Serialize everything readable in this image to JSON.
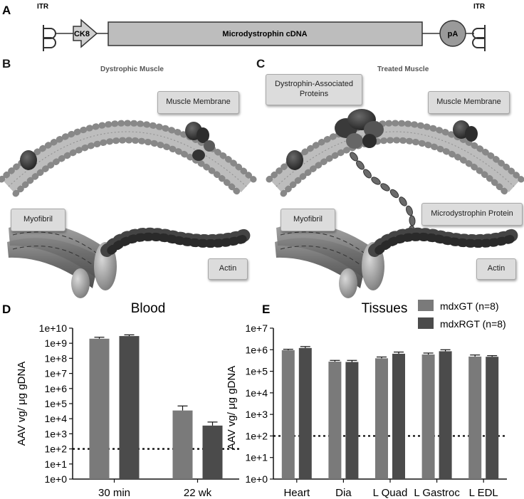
{
  "panel_a": {
    "letter": "A",
    "itr_left": "ITR",
    "itr_right": "ITR",
    "promoter": "CK8",
    "cdna": "Microdystrophin cDNA",
    "polya": "pA"
  },
  "panel_b": {
    "letter": "B",
    "title": "Dystrophic Muscle",
    "callout_membrane": "Muscle Membrane",
    "callout_myofibril": "Myofibril",
    "callout_actin": "Actin"
  },
  "panel_c": {
    "letter": "C",
    "title": "Treated Muscle",
    "callout_dap": "Dystrophin-Associated Proteins",
    "callout_membrane": "Muscle Membrane",
    "callout_microdystrophin": "Microdystrophin Protein",
    "callout_myofibril": "Myofibril",
    "callout_actin": "Actin"
  },
  "legend": {
    "entries": [
      {
        "name": "mdxGT (n=8)",
        "color": "#7a7a7a"
      },
      {
        "name": "mdxRGT (n=8)",
        "color": "#4b4b4b"
      }
    ]
  },
  "colors": {
    "series1": "#7a7a7a",
    "series2": "#4b4b4b",
    "threshold": "#000000"
  },
  "chart_data": [
    {
      "panel": "D",
      "type": "bar",
      "title": "Blood",
      "ylabel": "AAV vg/ μg gDNA",
      "xlabel": "",
      "scale": "log",
      "ylim": [
        1,
        10000000000.0
      ],
      "tick_labels": [
        "1e+0",
        "1e+1",
        "1e+2",
        "1e+3",
        "1e+4",
        "1e+5",
        "1e+6",
        "1e+7",
        "1e+8",
        "1e+9",
        "1e+10"
      ],
      "categories": [
        "30 min",
        "22 wk"
      ],
      "series": [
        {
          "name": "mdxGT (n=8)",
          "values": [
            2000000000,
            35000
          ],
          "err_upper": [
            2500000000,
            70000
          ]
        },
        {
          "name": "mdxRGT (n=8)",
          "values": [
            3000000000,
            3500
          ],
          "err_upper": [
            3600000000,
            6000
          ]
        }
      ],
      "threshold": 100,
      "grid": false
    },
    {
      "panel": "E",
      "type": "bar",
      "title": "Tissues",
      "ylabel": "AAV vg/ μg gDNA",
      "xlabel": "",
      "scale": "log",
      "ylim": [
        1,
        10000000.0
      ],
      "tick_labels": [
        "1e+0",
        "1e+1",
        "1e+2",
        "1e+3",
        "1e+4",
        "1e+5",
        "1e+6",
        "1e+7"
      ],
      "categories": [
        "Heart",
        "Dia",
        "L Quad",
        "L Gastroc",
        "L EDL"
      ],
      "series": [
        {
          "name": "mdxGT (n=8)",
          "values": [
            950000,
            280000,
            400000,
            600000,
            480000
          ],
          "err_upper": [
            1050000,
            320000,
            460000,
            700000,
            570000
          ]
        },
        {
          "name": "mdxRGT (n=8)",
          "values": [
            1200000,
            270000,
            650000,
            850000,
            470000
          ],
          "err_upper": [
            1400000,
            320000,
            780000,
            1000000,
            530000
          ]
        }
      ],
      "threshold": 100,
      "grid": false,
      "legend": "top-right"
    }
  ]
}
